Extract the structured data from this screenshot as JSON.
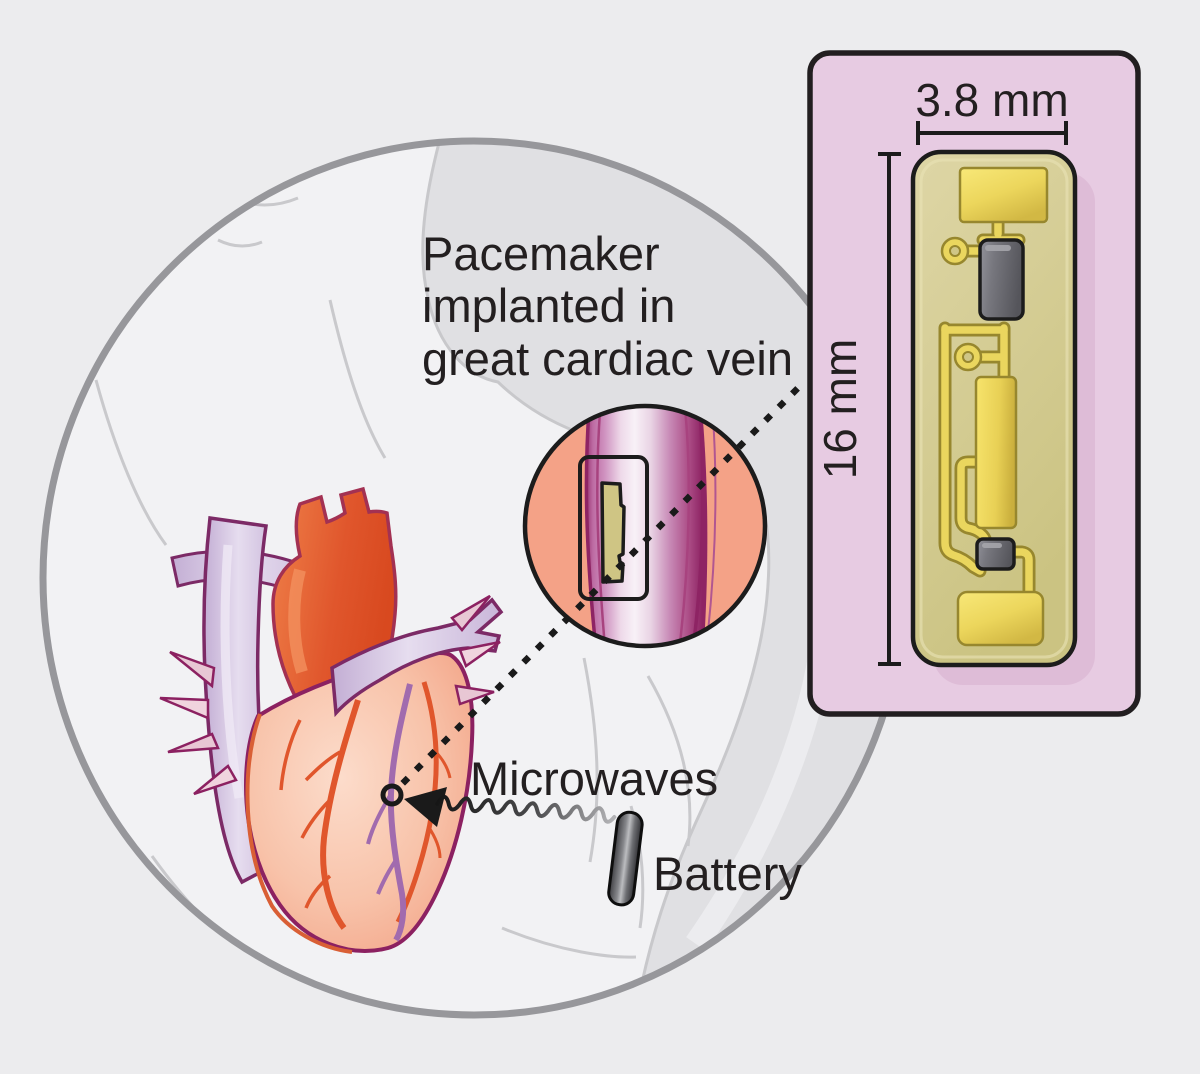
{
  "figure": {
    "callout": {
      "line1": "Pacemaker",
      "line2": "implanted in",
      "line3": "great cardiac vein"
    },
    "labels": {
      "microwaves": "Microwaves",
      "battery": "Battery"
    },
    "inset": {
      "width": "3.8 mm",
      "height": "16 mm"
    },
    "colors": {
      "background": "#ececee",
      "body_fill": "#f2f2f4",
      "body_shade": "#e0e0e3",
      "circle_border": "#97979b",
      "panel_fill": "#e7cbe2",
      "panel_border": "#221e20",
      "substrate_olive": "#d5cc92",
      "trace_gold": "#ead65e",
      "component_gray": "#717177",
      "vein_circle_bg": "#f4a287",
      "vein_wall_magenta": "#8e2464",
      "heart_salmon": "#f5ab8e",
      "vessel_lavender": "#d2c3e0",
      "artery_orange": "#e0562c",
      "cardiac_vein_mauve": "#a16bae",
      "text": "#231f20"
    }
  }
}
